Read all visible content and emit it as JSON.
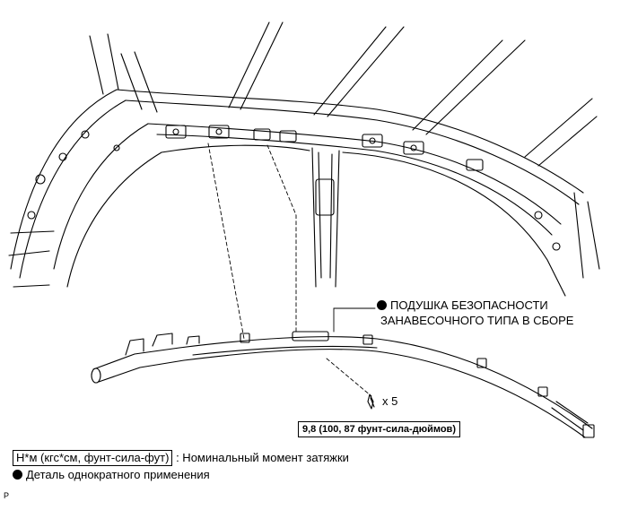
{
  "callouts": {
    "airbag_line1": "ПОДУШКА БЕЗОПАСНОСТИ",
    "airbag_line2": "ЗАНАВЕСОЧНОГО ТИПА В СБОРЕ",
    "bolt_count": "x 5",
    "torque_value": "9,8 (100, 87 фунт-сила-дюймов)"
  },
  "legend": {
    "torque_unit": "Н*м (кгс*см, фунт-сила-фут)",
    "torque_desc": ": Номинальный момент затяжки",
    "non_reusable": "Деталь однократного применения"
  },
  "ref_code": "P"
}
